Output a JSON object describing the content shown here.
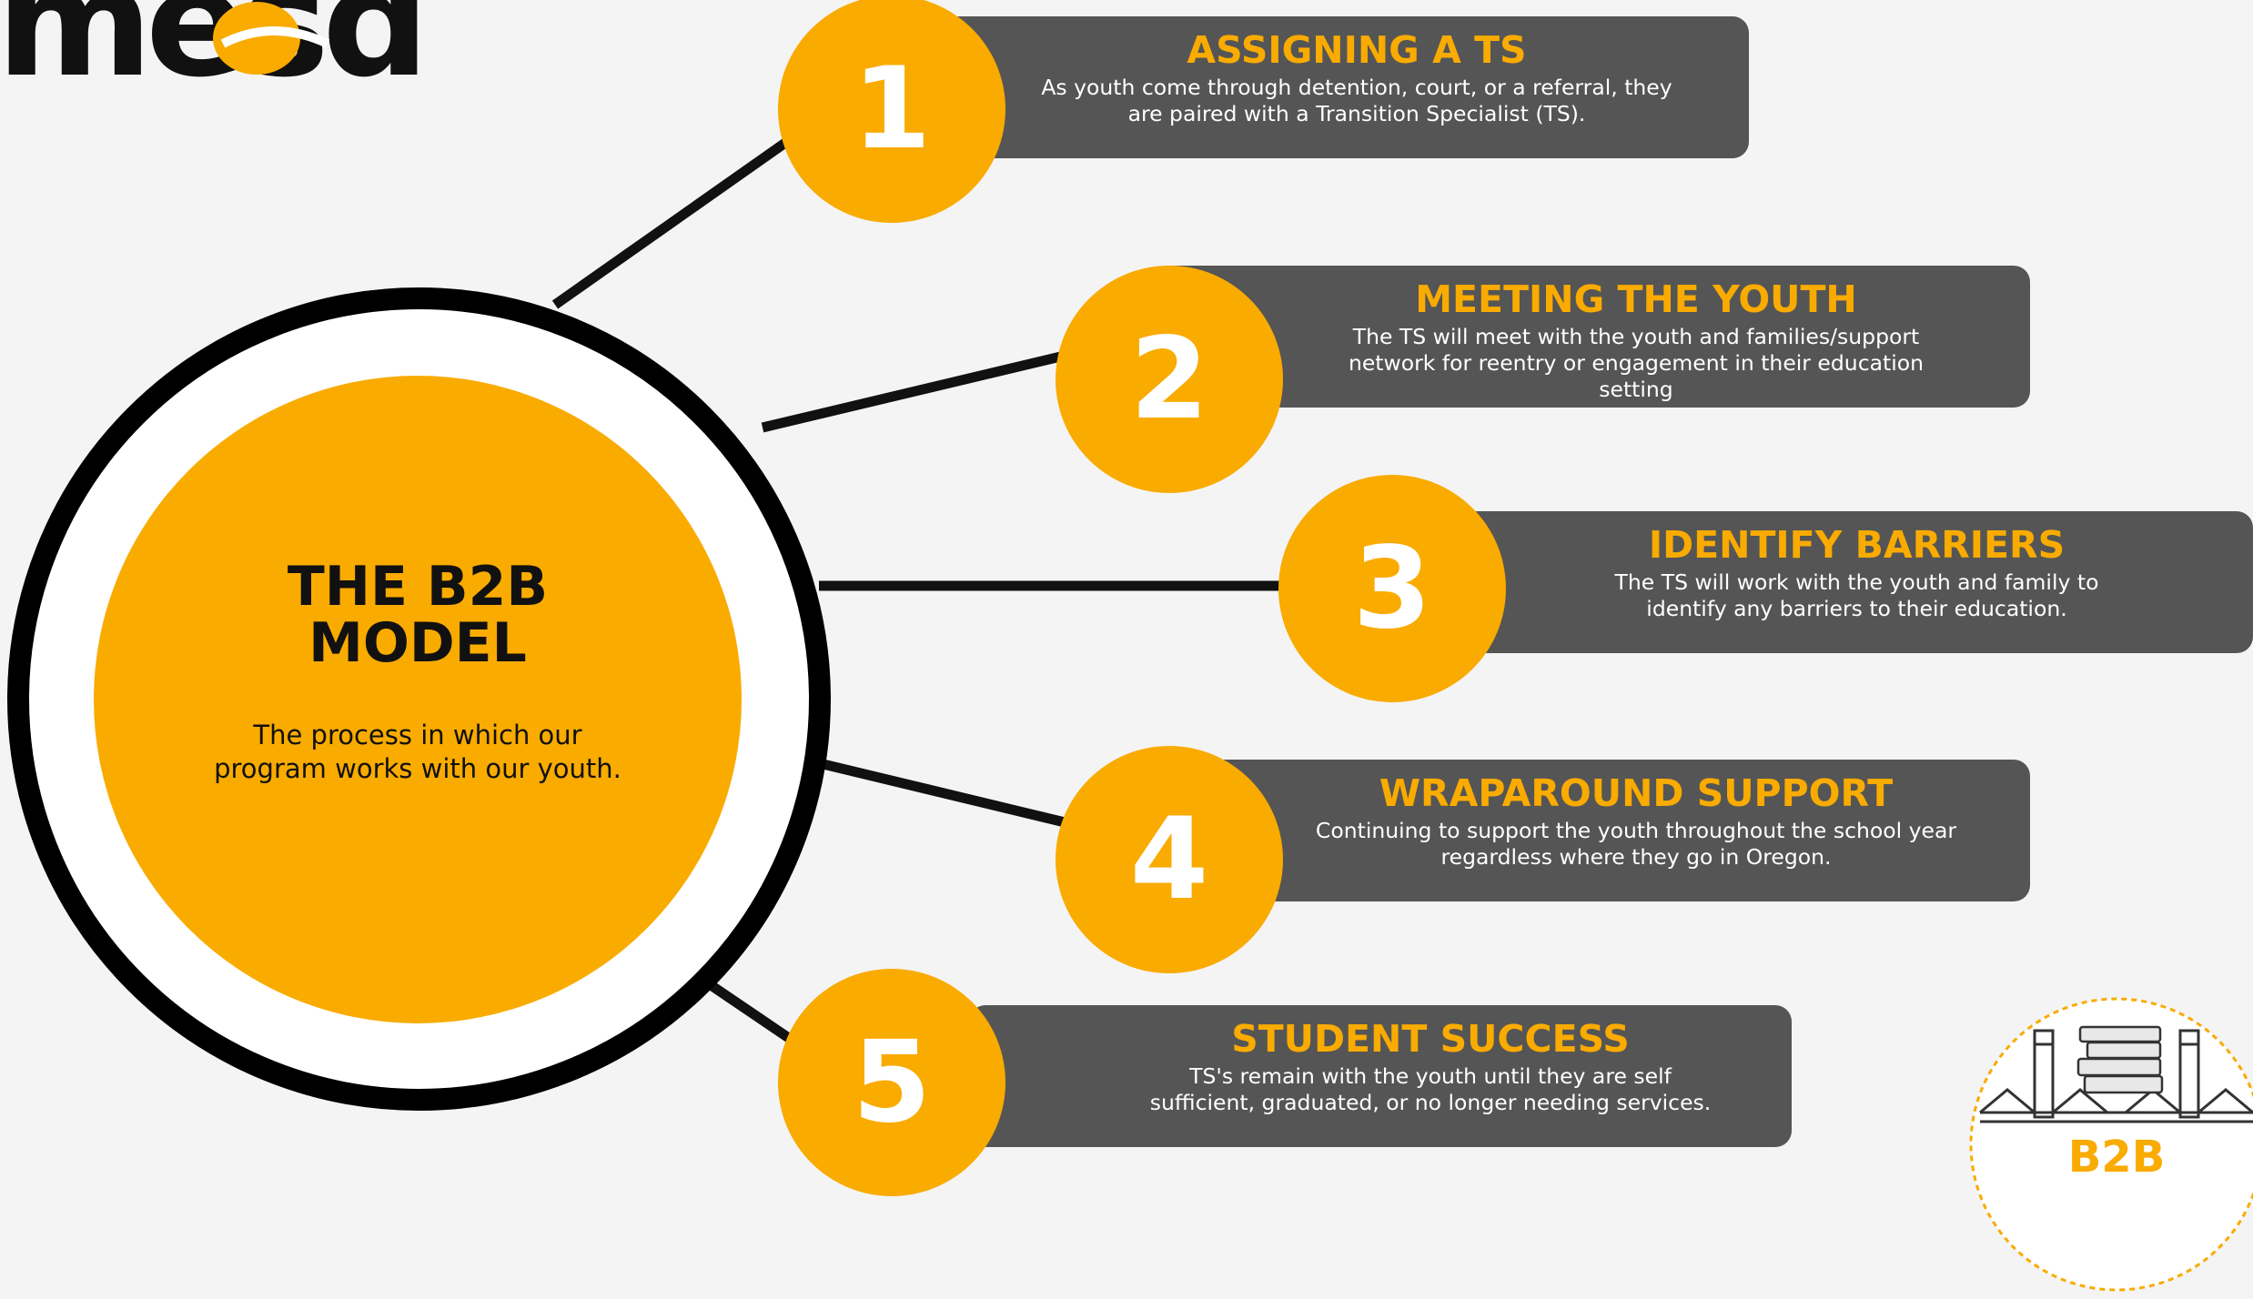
{
  "logo": {
    "text": "mesd",
    "colors": {
      "letters": "#111111",
      "accent": "#f9ab00"
    }
  },
  "hub": {
    "title": "THE B2B MODEL",
    "subtitle": "The process in which our program works with our youth."
  },
  "steps": [
    {
      "number": "1",
      "title": "ASSIGNING A TS",
      "description": "As youth come through detention, court, or a referral, they are paired with a Transition Specialist (TS)."
    },
    {
      "number": "2",
      "title": "MEETING THE YOUTH",
      "description": "The TS will meet with the youth and families/support network for reentry or engagement in their education setting"
    },
    {
      "number": "3",
      "title": "IDENTIFY BARRIERS",
      "description": "The TS will work with the youth and family to identify any barriers to their education."
    },
    {
      "number": "4",
      "title": "WRAPAROUND SUPPORT",
      "description": "Continuing to support the youth throughout the school year regardless where they go in Oregon."
    },
    {
      "number": "5",
      "title": "STUDENT SUCCESS",
      "description": "TS's remain with the youth until they are self sufficient, graduated, or no longer needing services."
    }
  ],
  "badge": {
    "text": "B2B"
  },
  "colors": {
    "background": "#f4f4f4",
    "accent": "#f9ab00",
    "card": "#555555",
    "line": "#111111"
  }
}
